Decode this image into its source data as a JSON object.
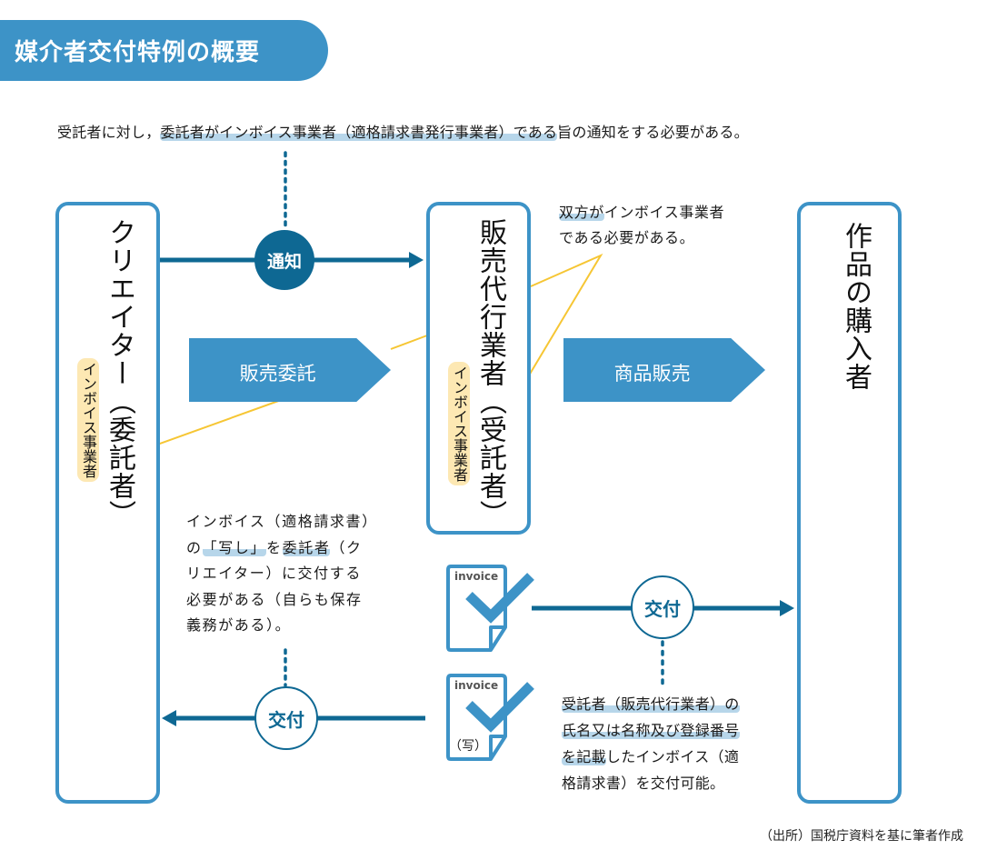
{
  "title": "媒介者交付特例の概要",
  "top_caption": {
    "before": "受託者に対し，",
    "highlight": "委託者がインボイス事業者（適格請求書発行事業者）である",
    "after": "旨の通知をする必要がある。"
  },
  "entities": {
    "creator": {
      "label": "クリエイター（委託者）",
      "tag": "インボイス事業者"
    },
    "agent": {
      "label": "販売代行業者（受託者）",
      "tag": "インボイス事業者"
    },
    "buyer": {
      "label": "作品の購入者"
    }
  },
  "flows": {
    "notify": "通知",
    "consign": "販売委託",
    "sell": "商品販売",
    "deliver_to_buyer": "交付",
    "deliver_to_creator": "交付"
  },
  "notes": {
    "mutual": {
      "highlight": "双方が",
      "line1_rest": "インボイス事業者",
      "line2": "である必要がある。"
    },
    "copy": {
      "line1": "インボイス（適格請求書）",
      "line2_a": "の",
      "line2_hl1": "「写し」",
      "line2_b": "を",
      "line2_hl2": "委託者",
      "line2_c": "（ク",
      "line3": "リエイター）に交付する",
      "line4": "必要がある（自らも保存",
      "line5": "義務がある）。"
    },
    "agent": {
      "line1": "受託者（販売代行業者）の",
      "line2": "氏名又は名称及び登録番号",
      "line3_hl": "を記載",
      "line3_rest": "したインボイス（適",
      "line4": "格請求書）を交付可能。"
    }
  },
  "invoices": {
    "original": {
      "label": "invoice"
    },
    "copy": {
      "label": "invoice",
      "copy_mark": "（写）"
    }
  },
  "source": "（出所）国税庁資料を基に筆者作成",
  "colors": {
    "primary": "#3d93c7",
    "dark": "#0e6893",
    "highlight": "#b7d6ea",
    "tag": "#fde8b3",
    "connector": "#f6c634"
  }
}
